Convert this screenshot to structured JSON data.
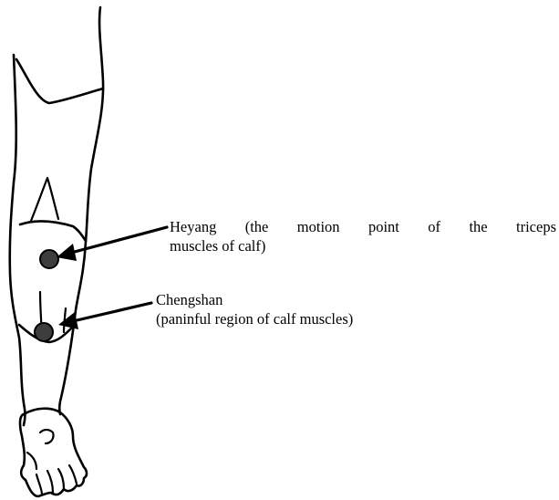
{
  "colors": {
    "line": "#000000",
    "acupoint_fill": "#3d3d3d",
    "background": "#ffffff"
  },
  "annotations": {
    "heyang": {
      "line1": "Heyang (the motion point of the triceps",
      "line2": "muscles of calf)"
    },
    "chengshan": {
      "line1": "Chengshan",
      "line2": "(paninful region of calf muscles)"
    }
  }
}
